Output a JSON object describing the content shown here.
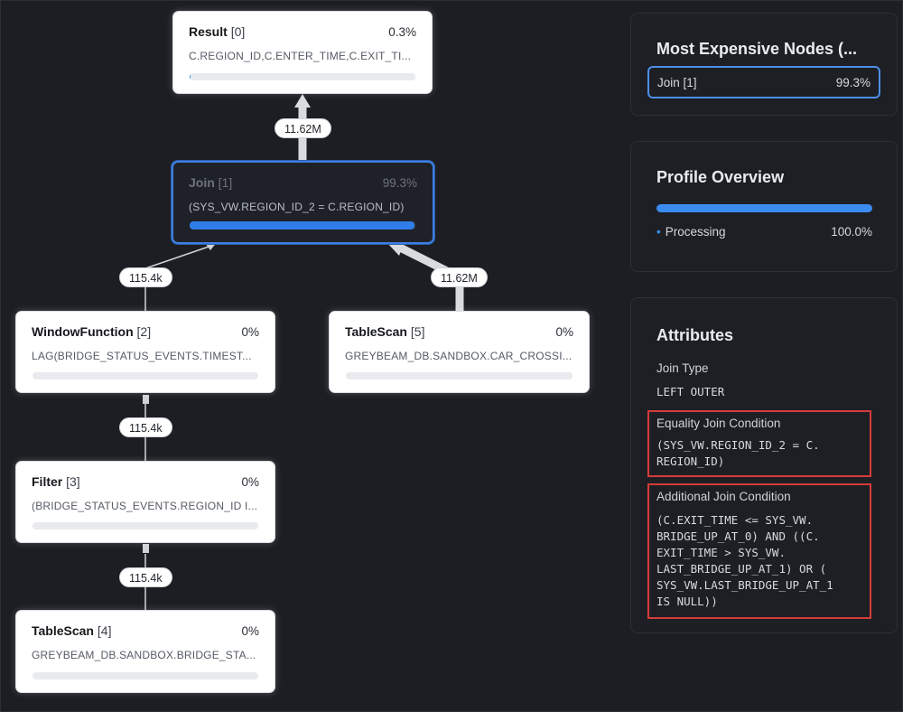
{
  "graph": {
    "nodes": {
      "result": {
        "name": "Result",
        "id": "[0]",
        "pct": "0.3%",
        "detail": "C.REGION_ID,C.ENTER_TIME,C.EXIT_TI...",
        "progress": 0.003
      },
      "join": {
        "name": "Join",
        "id": "[1]",
        "pct": "99.3%",
        "detail": "(SYS_VW.REGION_ID_2 = C.REGION_ID)",
        "progress": 0.993
      },
      "window": {
        "name": "WindowFunction",
        "id": "[2]",
        "pct": "0%",
        "detail": "LAG(BRIDGE_STATUS_EVENTS.TIMEST...",
        "progress": 0
      },
      "scan5": {
        "name": "TableScan",
        "id": "[5]",
        "pct": "0%",
        "detail": "GREYBEAM_DB.SANDBOX.CAR_CROSSI...",
        "progress": 0
      },
      "filter": {
        "name": "Filter",
        "id": "[3]",
        "pct": "0%",
        "detail": "(BRIDGE_STATUS_EVENTS.REGION_ID I...",
        "progress": 0
      },
      "scan4": {
        "name": "TableScan",
        "id": "[4]",
        "pct": "0%",
        "detail": "GREYBEAM_DB.SANDBOX.BRIDGE_STA...",
        "progress": 0
      }
    },
    "edges": {
      "join_result": "11.62M",
      "window_join": "115.4k",
      "scan5_join": "11.62M",
      "filter_window": "115.4k",
      "scan4_filter": "115.4k"
    }
  },
  "panels": {
    "expensive": {
      "title": "Most Expensive Nodes (...",
      "item_label": "Join [1]",
      "item_pct": "99.3%"
    },
    "overview": {
      "title": "Profile Overview",
      "row_label": "Processing",
      "row_value": "100.0%",
      "bar_color": "#3b8bf0"
    },
    "attributes": {
      "title": "Attributes",
      "join_type_label": "Join Type",
      "join_type_value": "LEFT OUTER",
      "eq_label": "Equality Join Condition",
      "eq_value": "(SYS_VW.REGION_ID_2 = C.\nREGION_ID)",
      "add_label": "Additional Join Condition",
      "add_value": "(C.EXIT_TIME <= SYS_VW.\nBRIDGE_UP_AT_0) AND ((C.\nEXIT_TIME > SYS_VW.\nLAST_BRIDGE_UP_AT_1) OR (\nSYS_VW.LAST_BRIDGE_UP_AT_1\nIS NULL))"
    }
  },
  "colors": {
    "accent": "#3b8bf0",
    "highlight": "#d63a3a",
    "background": "#1c1e23"
  }
}
